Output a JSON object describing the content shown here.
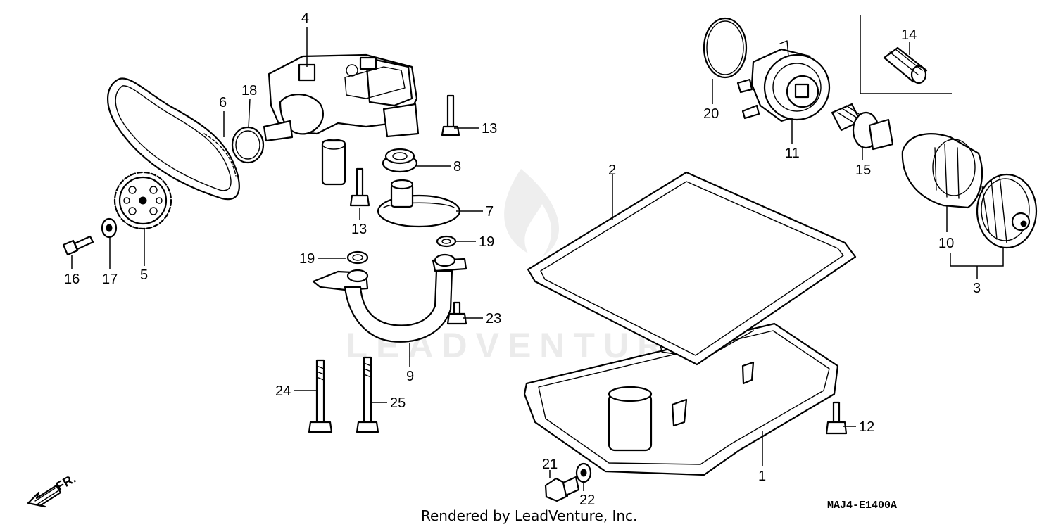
{
  "diagram": {
    "callouts": {
      "p1": "1",
      "p2": "2",
      "p3": "3",
      "p4": "4",
      "p5": "5",
      "p6": "6",
      "p7": "7",
      "p8": "8",
      "p9": "9",
      "p10": "10",
      "p11": "11",
      "p12": "12",
      "p13a": "13",
      "p13b": "13",
      "p14": "14",
      "p15": "15",
      "p16": "16",
      "p17": "17",
      "p18": "18",
      "p19a": "19",
      "p19b": "19",
      "p20": "20",
      "p21": "21",
      "p22": "22",
      "p23": "23",
      "p24": "24",
      "p25": "25"
    },
    "watermark": "LEADVENTURE",
    "direction_label": "FR.",
    "diagram_code": "MAJ4-E1400A",
    "credit": "Rendered by LeadVenture, Inc."
  },
  "colors": {
    "line": "#000000",
    "background": "#ffffff",
    "watermark": "#ebebeb"
  }
}
